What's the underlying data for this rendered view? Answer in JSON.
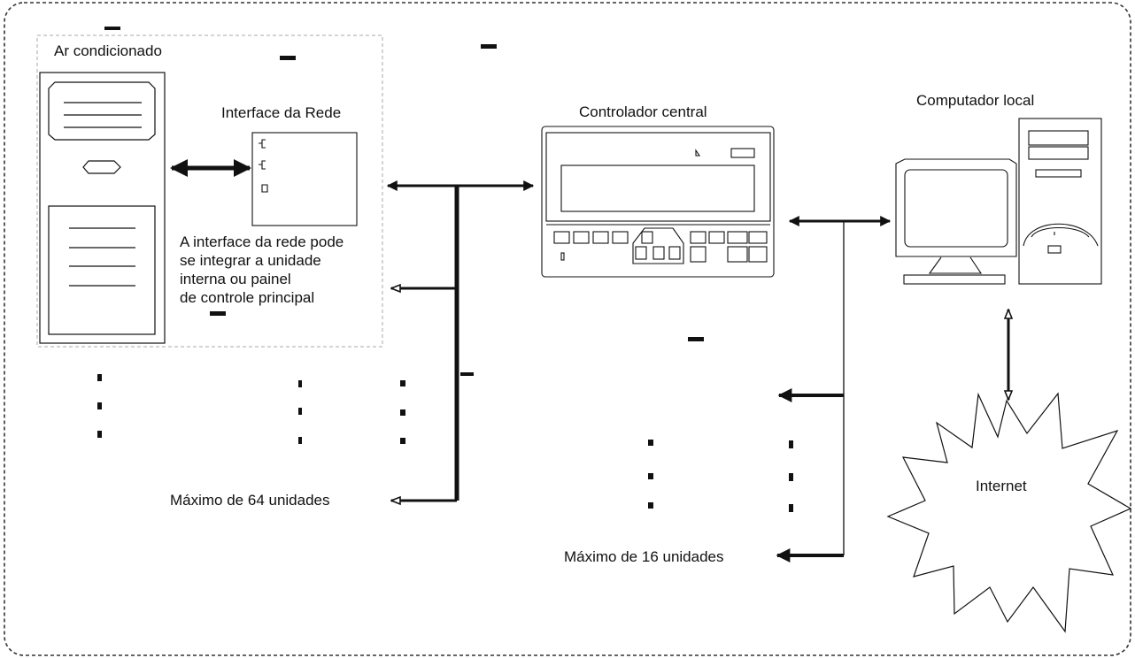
{
  "labels": {
    "ac": "Ar condicionado",
    "network_interface": "Interface da Rede",
    "central_controller": "Controlador central",
    "local_computer": "Computador local",
    "internet": "Internet",
    "max_64": "Máximo de 64 unidades",
    "max_16": "Máximo de 16 unidades"
  },
  "note": {
    "lines": [
      "A interface da rede pode",
      "se integrar a unidade",
      "interna ou painel",
      "de controle principal"
    ]
  },
  "colors": {
    "stroke": "#111111",
    "dashed_border": "#333333",
    "ac_box_border": "#aaaaaa",
    "background": "#ffffff"
  },
  "icons": {
    "ac_unit": "air-conditioner-indoor-unit-icon",
    "network_interface": "network-interface-board-icon",
    "central_controller": "central-controller-panel-icon",
    "computer": "desktop-computer-icon",
    "internet": "starburst-internet-icon"
  }
}
